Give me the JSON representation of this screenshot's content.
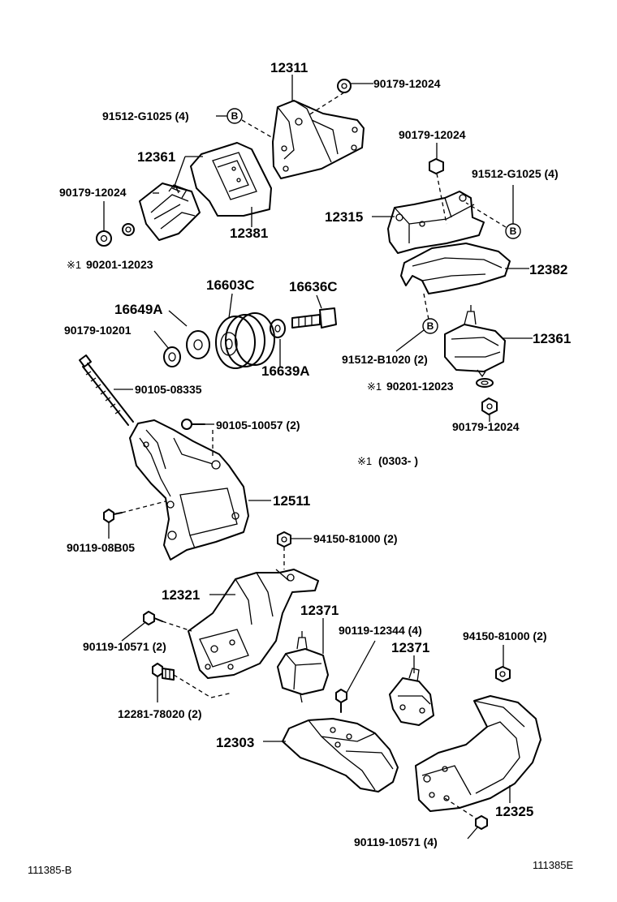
{
  "labels": {
    "p12311": "12311",
    "p90179_12024_a": "90179-12024",
    "p91512_g1025_a": "91512-G1025 (4)",
    "p12361_a": "12361",
    "p90179_12024_b": "90179-12024",
    "p12381": "12381",
    "p90201_12023_a": "90201-12023",
    "p90179_12024_c": "90179-12024",
    "p91512_g1025_b": "91512-G1025 (4)",
    "p12315": "12315",
    "p12382": "12382",
    "p16603c": "16603C",
    "p16636c": "16636C",
    "p16649a": "16649A",
    "p90179_10201": "90179-10201",
    "p16639a": "16639A",
    "p91512_b1020": "91512-B1020 (2)",
    "p12361_b": "12361",
    "p90201_12023_b": "90201-12023",
    "p90179_12024_d": "90179-12024",
    "p90105_08335": "90105-08335",
    "p90105_10057": "90105-10057 (2)",
    "note_0303": "(0303-        )",
    "p12511": "12511",
    "p90119_08b05": "90119-08B05",
    "p94150_81000_a": "94150-81000 (2)",
    "p12321": "12321",
    "p12371_a": "12371",
    "p90119_12344": "90119-12344 (4)",
    "p12371_b": "12371",
    "p94150_81000_b": "94150-81000 (2)",
    "p90119_10571_a": "90119-10571 (2)",
    "p12281_78020": "12281-78020 (2)",
    "p12303": "12303",
    "p12325": "12325",
    "p90119_10571_b": "90119-10571 (4)",
    "footer_left": "111385-B",
    "footer_right": "111385E"
  },
  "markers": {
    "ref_b": "B",
    "asterisk_1": "※1"
  }
}
